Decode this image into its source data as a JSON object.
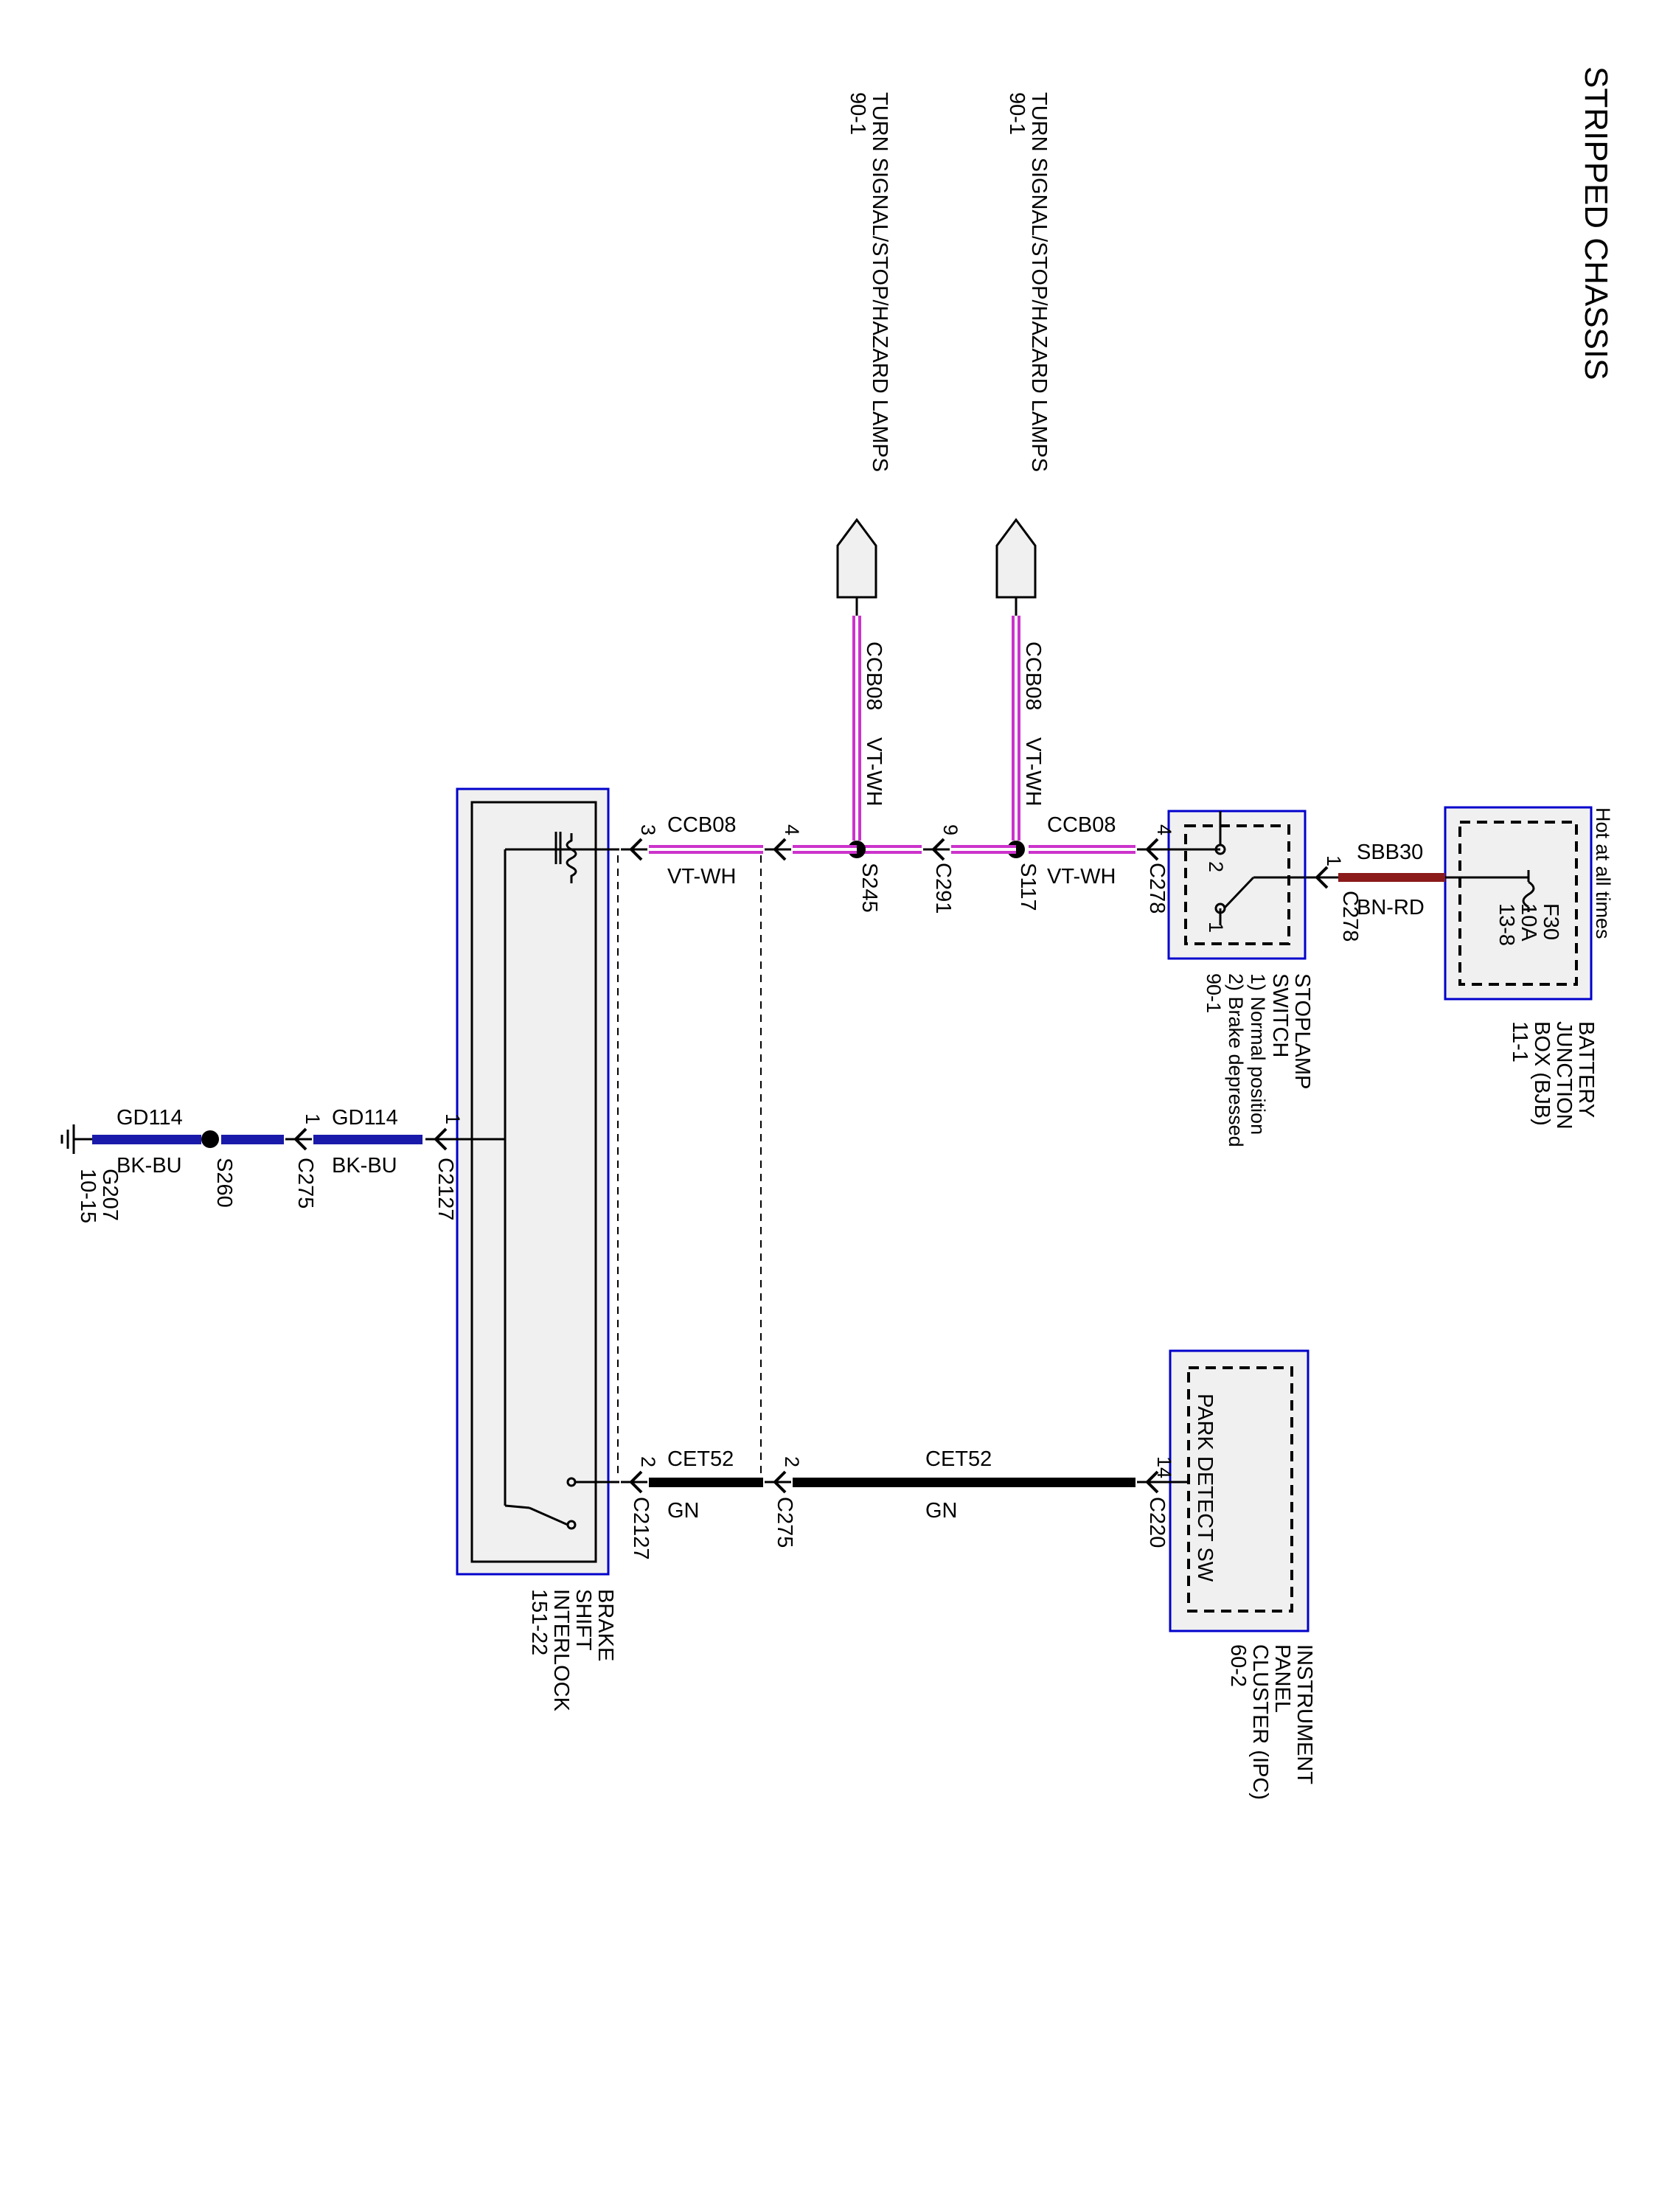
{
  "title": "STRIPPED CHASSIS",
  "components": {
    "bjb": {
      "hot_label": "Hot at all times",
      "fuse": "F30",
      "rating": "10A",
      "fuse_ref": "13-8",
      "name_line1": "BATTERY",
      "name_line2": "JUNCTION",
      "name_line3": "BOX (BJB)",
      "page_ref": "11-1"
    },
    "stoplamp": {
      "name_line1": "STOPLAMP",
      "name_line2": "SWITCH",
      "pos1": "1) Normal position",
      "pos2": "2) Brake depressed",
      "page_ref": "90-1",
      "pin_a": "2",
      "pin_b": "1"
    },
    "ipc": {
      "inner_label": "PARK DETECT SW",
      "name_line1": "INSTRUMENT",
      "name_line2": "PANEL",
      "name_line3": "CLUSTER (IPC)",
      "page_ref": "60-2"
    },
    "bsi": {
      "name_line1": "BRAKE",
      "name_line2": "SHIFT",
      "name_line3": "INTERLOCK",
      "page_ref": "151-22"
    },
    "turn_upper": {
      "name": "TURN SIGNAL/STOP/HAZARD LAMPS",
      "page_ref": "90-1"
    },
    "turn_lower": {
      "name": "TURN SIGNAL/STOP/HAZARD LAMPS",
      "page_ref": "90-1"
    },
    "ground": {
      "name": "G207",
      "page_ref": "10-15"
    }
  },
  "connectors": {
    "c278_in": {
      "name": "C278",
      "pin": "1"
    },
    "c278_out": {
      "name": "C278",
      "pin": "4"
    },
    "c291": {
      "name": "C291",
      "pin": "9"
    },
    "c275_top": {
      "name": "C275",
      "pin": "4"
    },
    "c2127_top": {
      "name": "C2127",
      "pin": "3"
    },
    "c220": {
      "name": "C220",
      "pin": "14"
    },
    "c275_bot": {
      "name": "C275",
      "pin": "2"
    },
    "c2127_bot": {
      "name": "C2127",
      "pin": "2"
    },
    "c2127_gnd": {
      "name": "C2127",
      "pin": "1"
    },
    "c275_gnd": {
      "name": "C275",
      "pin": "1"
    }
  },
  "splices": {
    "s117": "S117",
    "s245": "S245",
    "s260": "S260"
  },
  "wires": {
    "sbb30": {
      "circuit": "SBB30",
      "color": "BN-RD",
      "hex": "#8b1a1a"
    },
    "ccb08_a": {
      "circuit": "CCB08",
      "color": "VT-WH",
      "hex": "#cc33cc"
    },
    "ccb08_b": {
      "circuit": "CCB08",
      "color": "VT-WH",
      "hex": "#cc33cc"
    },
    "ccb08_up1": {
      "circuit": "CCB08",
      "color": "VT-WH",
      "hex": "#cc33cc"
    },
    "ccb08_up2": {
      "circuit": "CCB08",
      "color": "VT-WH",
      "hex": "#cc33cc"
    },
    "cet52_a": {
      "circuit": "CET52",
      "color": "GN",
      "hex": "#000000"
    },
    "cet52_b": {
      "circuit": "CET52",
      "color": "GN",
      "hex": "#000000"
    },
    "gd114_a": {
      "circuit": "GD114",
      "color": "BK-BU",
      "hex": "#1a1aaa"
    },
    "gd114_b": {
      "circuit": "GD114",
      "color": "BK-BU",
      "hex": "#1a1aaa"
    }
  },
  "icons": [
    "fuse-icon",
    "switch-icon",
    "coil-icon",
    "ground-icon",
    "arrow-connector-icon",
    "splice-icon"
  ]
}
